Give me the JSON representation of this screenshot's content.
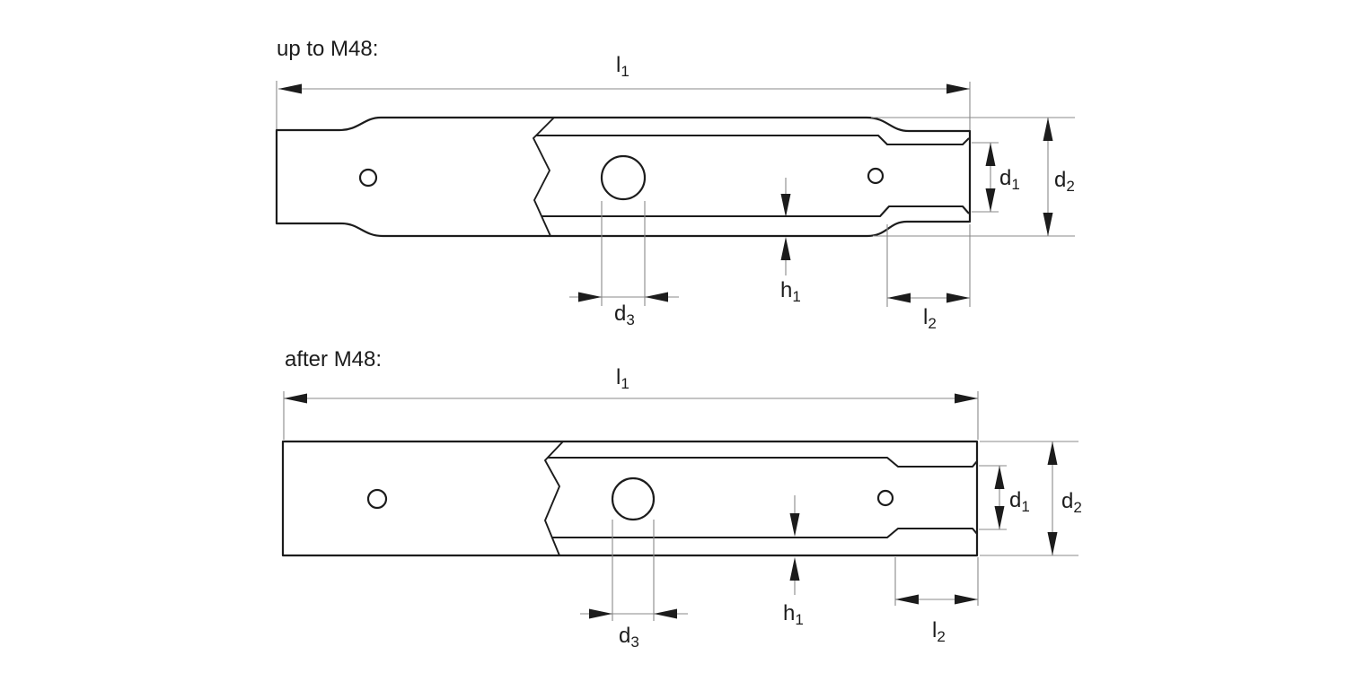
{
  "colors": {
    "outline": "#1c1c1c",
    "dimension_line": "#8a8a8a",
    "text": "#1c1c1c",
    "background": "#ffffff"
  },
  "drawings": [
    {
      "title": "up to M48:",
      "dims": {
        "l1": {
          "base": "l",
          "sub": "1"
        },
        "d1": {
          "base": "d",
          "sub": "1"
        },
        "d2": {
          "base": "d",
          "sub": "2"
        },
        "d3": {
          "base": "d",
          "sub": "3"
        },
        "h1": {
          "base": "h",
          "sub": "1"
        },
        "l2": {
          "base": "l",
          "sub": "2"
        }
      }
    },
    {
      "title": "after M48:",
      "dims": {
        "l1": {
          "base": "l",
          "sub": "1"
        },
        "d1": {
          "base": "d",
          "sub": "1"
        },
        "d2": {
          "base": "d",
          "sub": "2"
        },
        "d3": {
          "base": "d",
          "sub": "3"
        },
        "h1": {
          "base": "h",
          "sub": "1"
        },
        "l2": {
          "base": "l",
          "sub": "2"
        }
      }
    }
  ]
}
